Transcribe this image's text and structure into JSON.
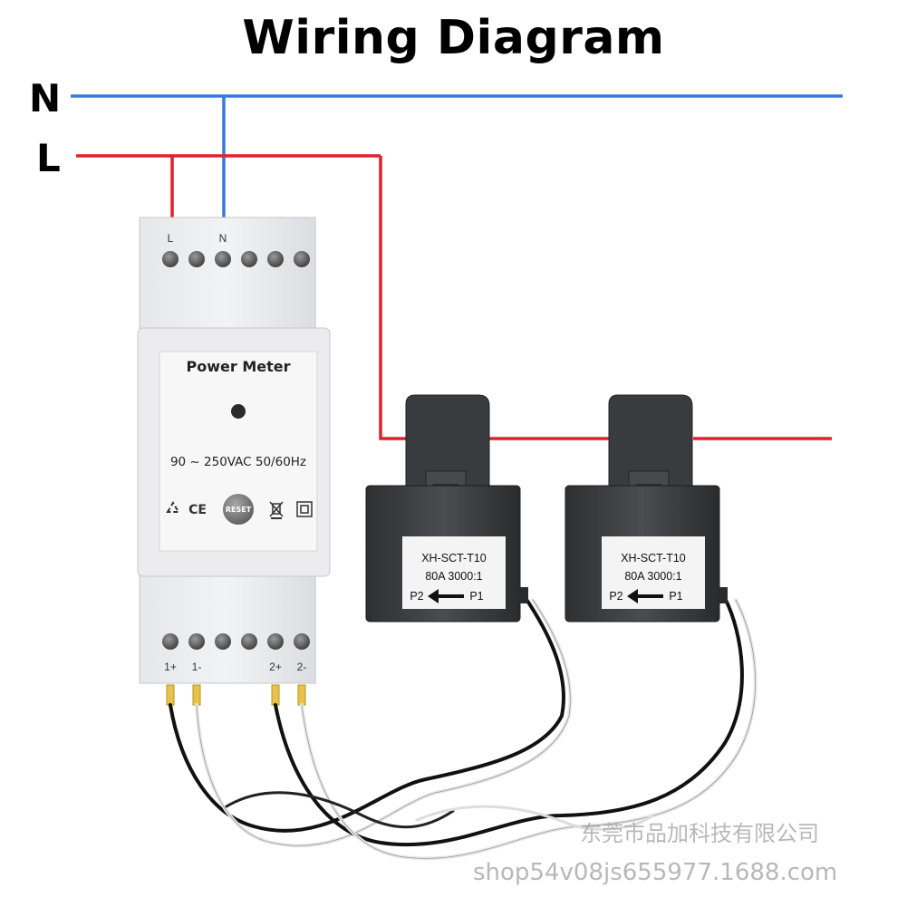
{
  "title": "Wiring Diagram",
  "lines": {
    "neutral_label": "N",
    "live_label": "L",
    "neutral_color": "#3a78e0",
    "live_color": "#e0202a"
  },
  "meter": {
    "top_terminals": {
      "left": "L",
      "right": "N"
    },
    "name": "Power Meter",
    "rating": "90 ~ 250VAC 50/60Hz",
    "reset_label": "RESET",
    "bottom_terminals": [
      "1+",
      "1-",
      "2+",
      "2-"
    ],
    "icons": [
      "recycle-icon",
      "ce-mark-icon",
      "weee-bin-icon",
      "double-insulation-icon"
    ]
  },
  "clamps": [
    {
      "model": "XH-SCT-T10",
      "rating": "80A 3000:1",
      "left_pin": "P2",
      "right_pin": "P1"
    },
    {
      "model": "XH-SCT-T10",
      "rating": "80A 3000:1",
      "left_pin": "P2",
      "right_pin": "P1"
    }
  ],
  "watermark": {
    "company": "东莞市品加科技有限公司",
    "shop": "shop54v08js655977.1688.com"
  }
}
